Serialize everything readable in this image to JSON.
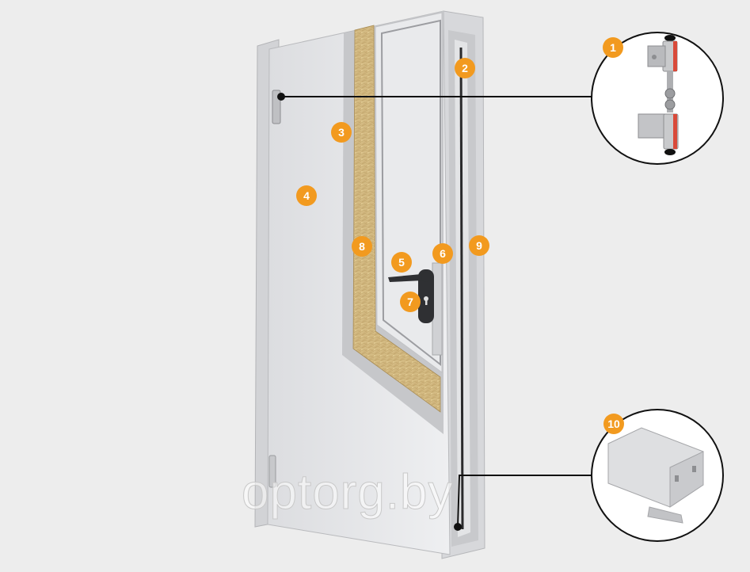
{
  "watermark": "optorg.by",
  "colors": {
    "background": "#ededed",
    "badge": "#f29a1f",
    "badge_text": "#ffffff",
    "door_leaf": "#e6e7e9",
    "frame": "#d9dadc",
    "insulation": "#d8bf84",
    "leader_line": "#111111",
    "handle": "#2f3033"
  },
  "callouts": [
    {
      "number": "1",
      "part": "hinge"
    },
    {
      "number": "2",
      "part": "door-frame"
    },
    {
      "number": "3",
      "part": "mineral-wool-insulation"
    },
    {
      "number": "4",
      "part": "door-leaf"
    },
    {
      "number": "5",
      "part": "handle"
    },
    {
      "number": "6",
      "part": "lock-plate"
    },
    {
      "number": "7",
      "part": "cylinder-lock"
    },
    {
      "number": "8",
      "part": "inner-profile"
    },
    {
      "number": "9",
      "part": "seal"
    },
    {
      "number": "10",
      "part": "frame-profile"
    }
  ]
}
